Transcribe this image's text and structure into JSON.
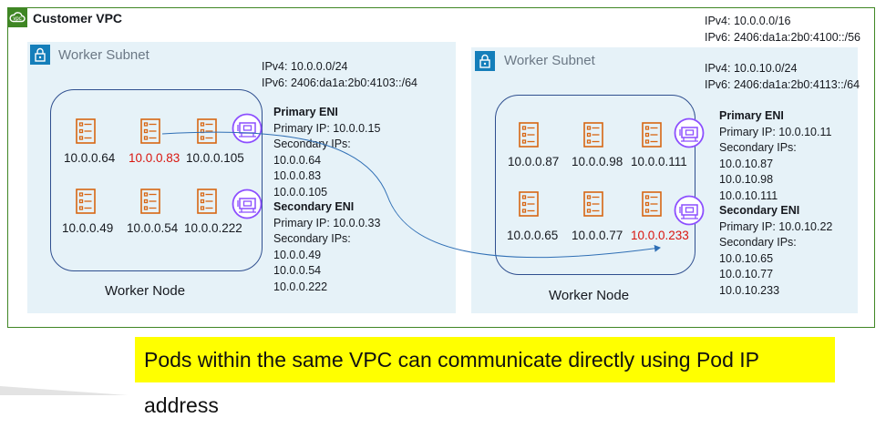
{
  "vpc": {
    "title": "Customer VPC",
    "ipv4": "IPv4: 10.0.0.0/16",
    "ipv6": "IPv6: 2406:da1a:2b0:4100::/56"
  },
  "subnets": [
    {
      "label": "Worker Subnet",
      "ipv4": "IPv4: 10.0.0.0/24",
      "ipv6": "IPv6: 2406:da1a:2b0:4103::/64",
      "node_label": "Worker Node",
      "pods": [
        "10.0.0.64",
        "10.0.0.83",
        "10.0.0.105",
        "10.0.0.49",
        "10.0.0.54",
        "10.0.0.222"
      ],
      "primary_eni": {
        "title": "Primary ENI",
        "primary_ip": "Primary IP: 10.0.0.15",
        "secondary_label": "Secondary IPs:",
        "secondary_ips": [
          "10.0.0.64",
          "10.0.0.83",
          "10.0.0.105"
        ]
      },
      "secondary_eni": {
        "title": "Secondary ENI",
        "primary_ip": "Primary IP: 10.0.0.33",
        "secondary_label": "Secondary IPs:",
        "secondary_ips": [
          "10.0.0.49",
          "10.0.0.54",
          "10.0.0.222"
        ]
      }
    },
    {
      "label": "Worker Subnet",
      "ipv4": "IPv4: 10.0.10.0/24",
      "ipv6": "IPv6: 2406:da1a:2b0:4113::/64",
      "node_label": "Worker Node",
      "pods": [
        "10.0.0.87",
        "10.0.0.98",
        "10.0.0.111",
        "10.0.0.65",
        "10.0.0.77",
        "10.0.0.233"
      ],
      "primary_eni": {
        "title": "Primary ENI",
        "primary_ip": "Primary IP: 10.0.10.11",
        "secondary_label": "Secondary IPs:",
        "secondary_ips": [
          "10.0.10.87",
          "10.0.10.98",
          "10.0.10.111"
        ]
      },
      "secondary_eni": {
        "title": "Secondary ENI",
        "primary_ip": "Primary IP: 10.0.10.22",
        "secondary_label": "Secondary IPs:",
        "secondary_ips": [
          "10.0.10.65",
          "10.0.10.77",
          "10.0.10.233"
        ]
      }
    }
  ],
  "caption": "Pods within the same VPC can communicate directly using Pod IP address",
  "colors": {
    "vpc_border": "#3f8624",
    "subnet_fill": "#e6f2f8",
    "subnet_icon": "#147eba",
    "pod_icon": "#d86613",
    "eni_icon": "#8c4fff",
    "highlight_ip": "#d9160f",
    "caption_bg": "#ffff00"
  },
  "icons": {
    "vpc": "cloud-icon",
    "subnet": "lock-icon",
    "pod": "server-icon",
    "eni": "network-interface-icon"
  }
}
